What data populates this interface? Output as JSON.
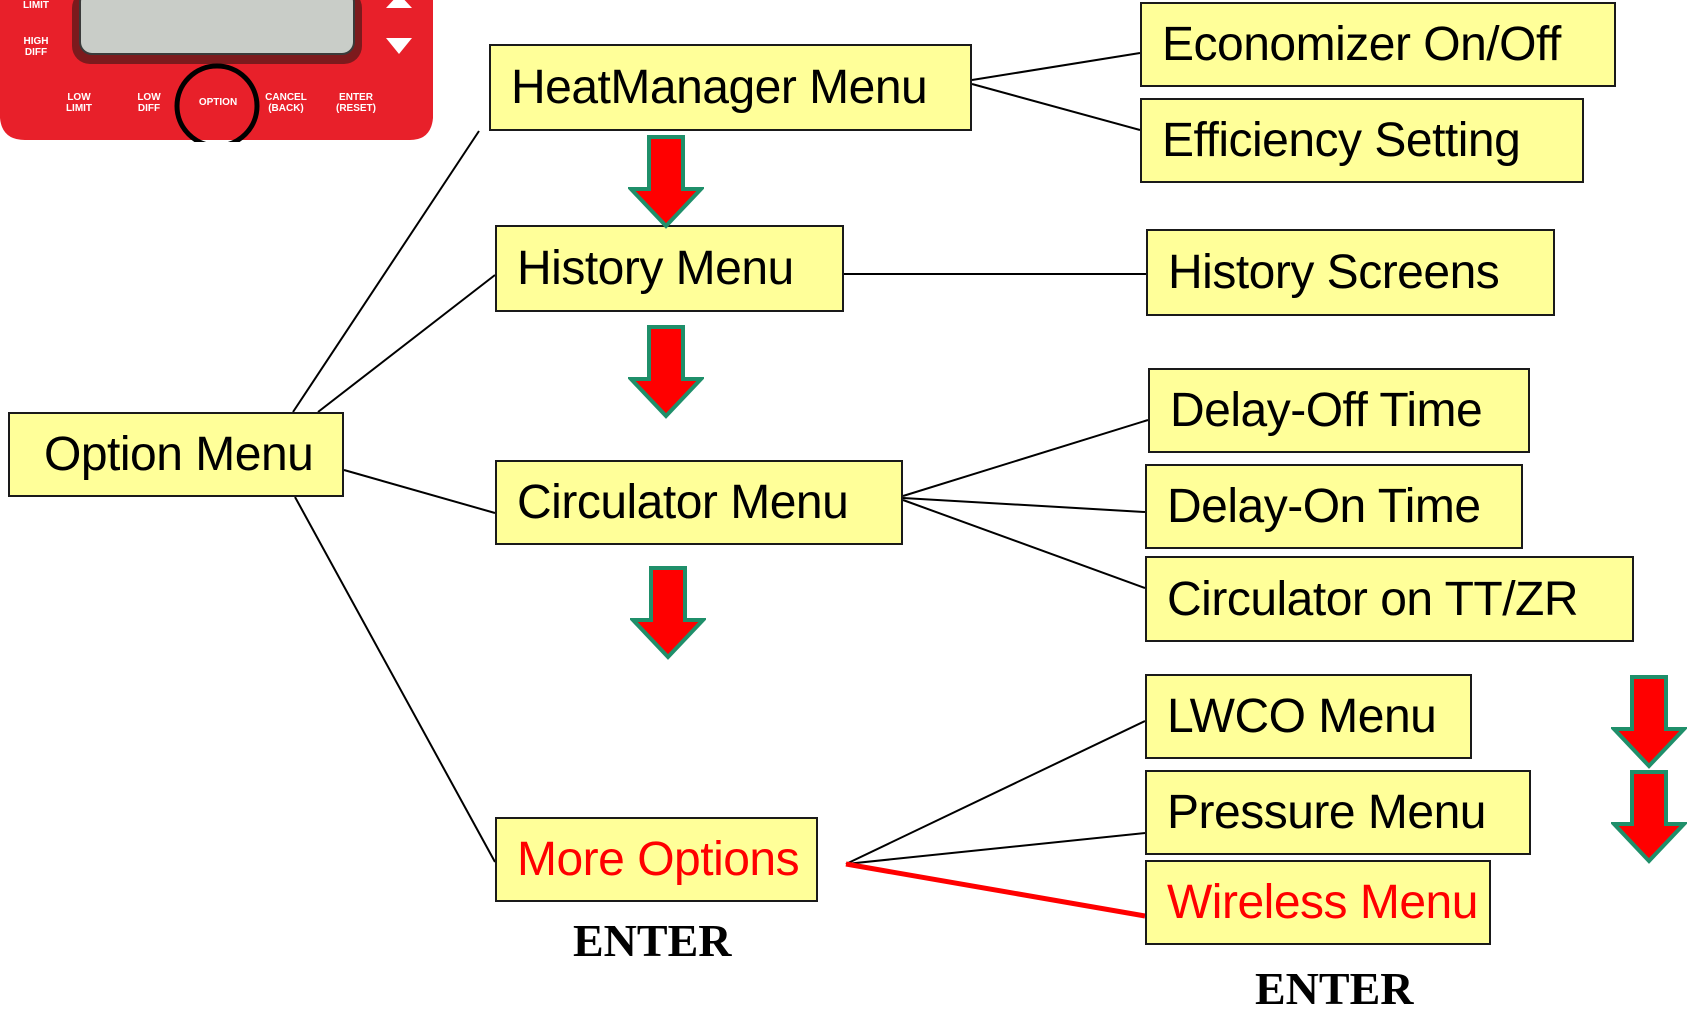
{
  "device": {
    "buttons": {
      "limit": "LIMIT",
      "high_diff": "HIGH\nDIFF",
      "low_limit": "LOW\nLIMIT",
      "low_diff": "LOW\nDIFF",
      "option": "OPTION",
      "cancel": "CANCEL\n(BACK)",
      "enter": "ENTER\n(RESET)"
    },
    "colors": {
      "body": "#e8202a",
      "screen": "#c9cdc8",
      "highlight_ring": "#000000"
    }
  },
  "nodes": {
    "option_menu": "Option Menu",
    "heatmanager_menu": "HeatManager Menu",
    "history_menu": "History Menu",
    "circulator_menu": "Circulator Menu",
    "more_options": "More Options",
    "economizer": "Economizer On/Off",
    "efficiency": "Efficiency Setting",
    "history_screens": "History Screens",
    "delay_off": "Delay-Off Time",
    "delay_on": "Delay-On Time",
    "circulator_tt": "Circulator on TT/ZR",
    "lwco_menu": "LWCO Menu",
    "pressure_menu": "Pressure Menu",
    "wireless_menu": "Wireless Menu"
  },
  "enter_labels": {
    "left": "ENTER",
    "right": "ENTER"
  },
  "colors": {
    "box_fill": "#ffff99",
    "highlight_text": "#ff0000",
    "arrow_fill": "#ff0000",
    "arrow_outline": "#1f8f6a",
    "highlight_line": "#ff0000"
  },
  "icons": [
    "down-arrow-icon",
    "up-triangle-icon",
    "down-triangle-icon"
  ]
}
